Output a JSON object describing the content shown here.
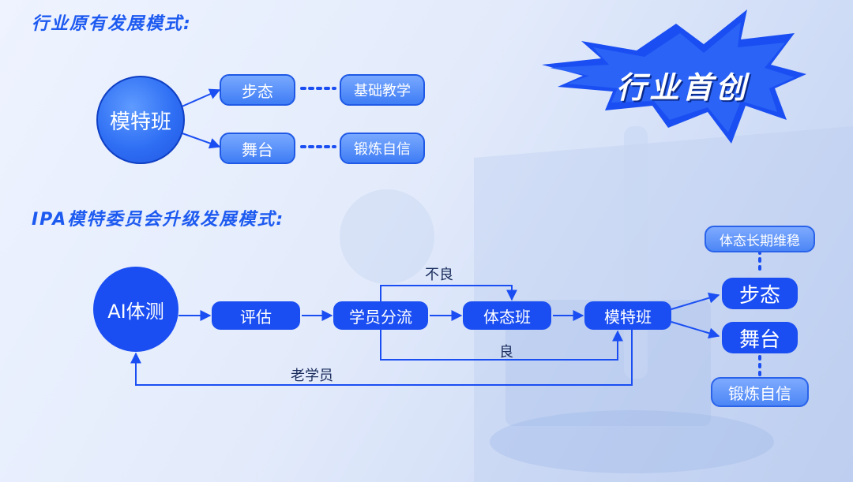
{
  "headings": {
    "old_model": "行业原有发展模式:",
    "new_model": "IPA模特委员会升级发展模式:"
  },
  "badge": {
    "text": "行业首创"
  },
  "old_flow": {
    "center": "模特班",
    "branches": [
      {
        "label": "步态",
        "result": "基础教学"
      },
      {
        "label": "舞台",
        "result": "锻炼自信"
      }
    ]
  },
  "new_flow": {
    "start": "AI体测",
    "evaluate": "评估",
    "split": "学员分流",
    "posture_class": "体态班",
    "model_class": "模特班",
    "label_bad": "不良",
    "label_good": "良",
    "label_old_student": "老学员",
    "outputs": {
      "top_note": "体态长期维稳",
      "gait": "步态",
      "stage": "舞台",
      "bottom_note": "锻炼自信"
    }
  },
  "colors": {
    "accent": "#1a4ef2",
    "heading": "#1d5af0",
    "light_pill": "#5c92fa"
  }
}
